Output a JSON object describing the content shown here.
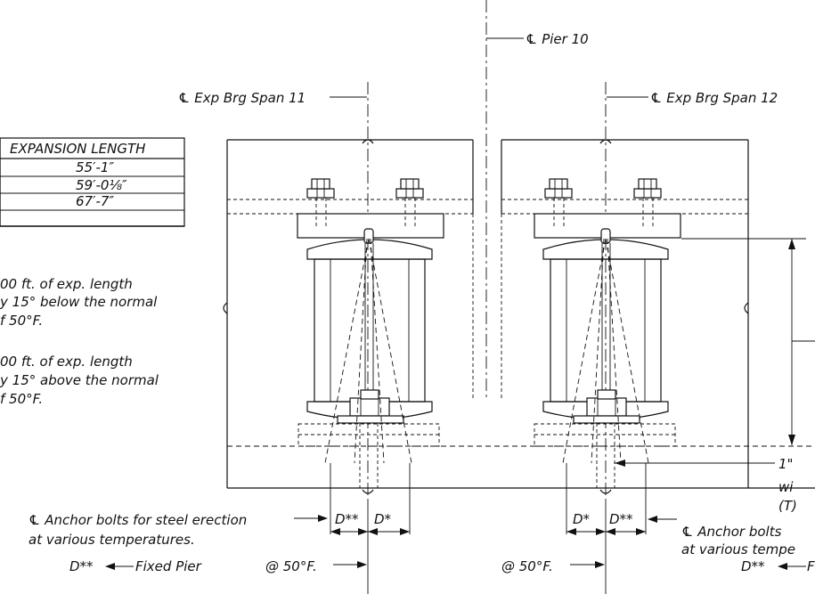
{
  "labels": {
    "pier_cl": "℄ Pier 10",
    "exp_brg_11": "℄ Exp Brg Span 11",
    "exp_brg_12": "℄ Exp Brg Span 12",
    "anchor_left_1": "℄ Anchor bolts for steel erection",
    "anchor_left_2": "at various temperatures.",
    "anchor_right_1": "℄ Anchor bolts",
    "anchor_right_2": "at various tempe",
    "note_right_1": "1\"",
    "note_right_2": "wi",
    "note_right_3": "(T)",
    "fixed_pier": "Fixed Pier",
    "fixed_pier_right": "F",
    "d_dstar": "D**",
    "d_star": "D*",
    "at_50_left": "@ 50°F.",
    "at_50_right": "@ 50°F."
  },
  "table": {
    "header": "EXPANSION LENGTH",
    "rows": [
      "55′-1″",
      "59′-0⅛″",
      "67′-7″"
    ]
  },
  "notes": {
    "note1_line1": "00 ft. of exp. length",
    "note1_line2": "y 15° below the normal",
    "note1_line3": "f 50°F.",
    "note2_line1": "00 ft. of exp. length",
    "note2_line2": "y 15° above the normal",
    "note2_line3": "f 50°F."
  }
}
